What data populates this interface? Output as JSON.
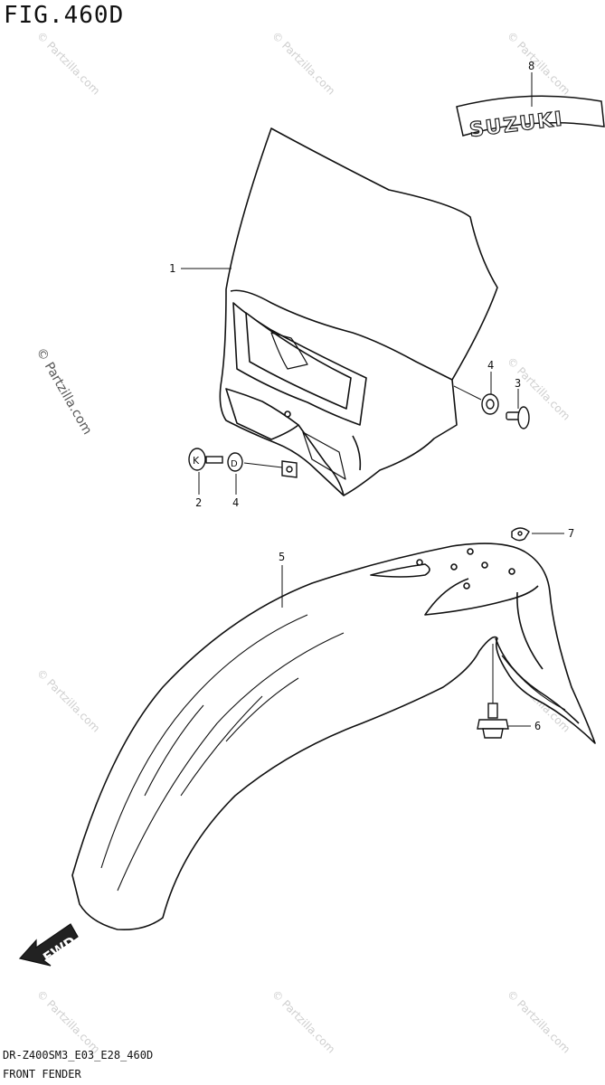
{
  "figure": {
    "title": "FIG.460D",
    "model_code": "DR-Z400SM3_E03_E28_460D",
    "section_name": "FRONT FENDER"
  },
  "callouts": [
    {
      "id": "1",
      "label": "1"
    },
    {
      "id": "2",
      "label": "2"
    },
    {
      "id": "3",
      "label": "3"
    },
    {
      "id": "4a",
      "label": "4"
    },
    {
      "id": "4b",
      "label": "4"
    },
    {
      "id": "5",
      "label": "5"
    },
    {
      "id": "6",
      "label": "6"
    },
    {
      "id": "7",
      "label": "7"
    },
    {
      "id": "8",
      "label": "8"
    }
  ],
  "bolt_head_marks": {
    "k": "K",
    "d": "D"
  },
  "logo_text": "SUZUKI",
  "direction_arrow": "FWD",
  "watermark": "© Partzilla.com",
  "colors": {
    "line": "#111111",
    "watermark": "#cfcfcf",
    "background": "#ffffff"
  }
}
